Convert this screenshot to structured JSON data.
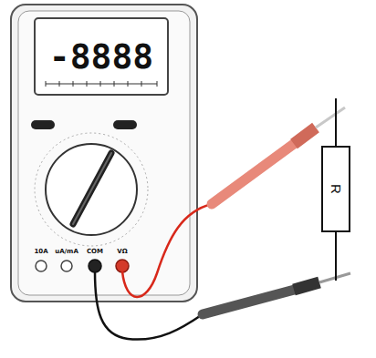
{
  "diagram": {
    "nodes": [
      {
        "text": [
          "R"
        ]
      }
    ],
    "labels": [
      "-8888",
      "10A",
      "uA/mA",
      "COM",
      "VΩ"
    ]
  }
}
